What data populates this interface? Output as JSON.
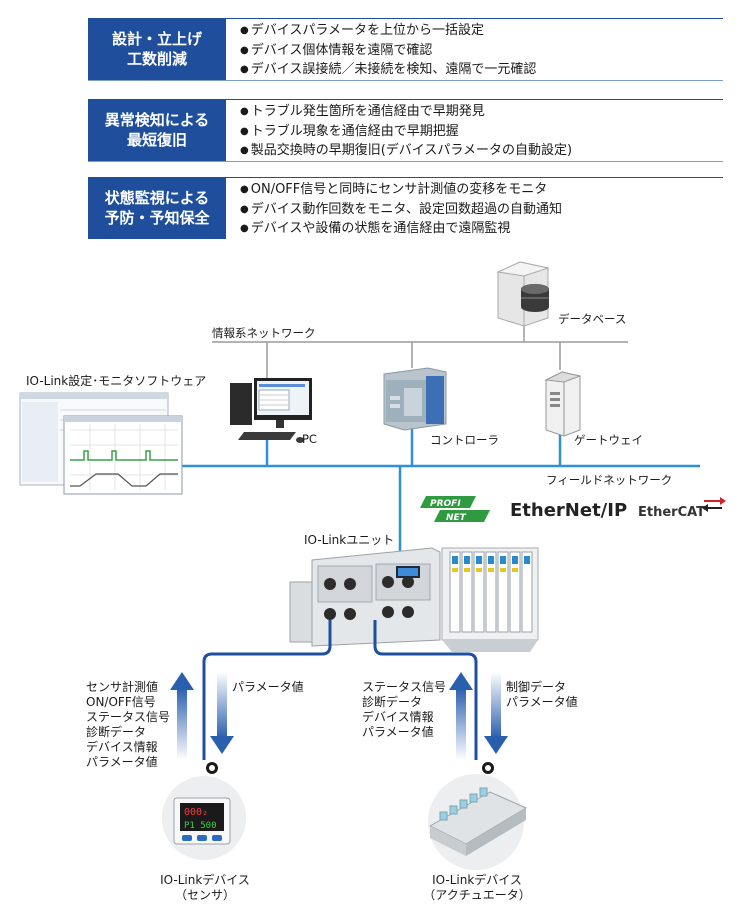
{
  "sections": [
    {
      "title_lines": [
        "設計・立上げ",
        "工数削減"
      ],
      "items": [
        "デバイスパラメータを上位から一括設定",
        "デバイス個体情報を遠隔で確認",
        "デバイス誤接続／未接続を検知、遠隔で一元確認"
      ]
    },
    {
      "title_lines": [
        "異常検知による",
        "最短復旧"
      ],
      "items": [
        "トラブル発生箇所を通信経由で早期発見",
        "トラブル現象を通信経由で早期把握",
        "製品交換時の早期復旧(デバイスパラメータの自動設定)"
      ]
    },
    {
      "title_lines": [
        "状態監視による",
        "予防・予知保全"
      ],
      "items": [
        "ON/OFF信号と同時にセンサ計測値の変移をモニタ",
        "デバイス動作回数をモニタ、設定回数超過の自動通知",
        "デバイスや設備の状態を通信経由で遠隔監視"
      ]
    }
  ],
  "diagram": {
    "database": "データベース",
    "info_network": "情報系ネットワーク",
    "software": "IO-Link設定･モニタソフトウェア",
    "pc": "PC",
    "controller": "コントローラ",
    "gateway": "ゲートウェイ",
    "field_network": "フィールドネットワーク",
    "io_link_unit": "IO-Linkユニット",
    "protocols": {
      "profinet_top": "PROFI",
      "profinet_bottom": "NET",
      "ethernetip": "EtherNet/IP",
      "ethercat": "EtherCAT"
    },
    "sensor_up": [
      "センサ計測値",
      "ON/OFF信号",
      "ステータス信号",
      "診断データ",
      "デバイス情報",
      "パラメータ値"
    ],
    "sensor_down": [
      "パラメータ値"
    ],
    "actuator_up": [
      "ステータス信号",
      "診断データ",
      "デバイス情報",
      "パラメータ値"
    ],
    "actuator_down": [
      "制御データ",
      "パラメータ値"
    ],
    "sensor_caption": [
      "IO-Linkデバイス",
      "（センサ）"
    ],
    "actuator_caption": [
      "IO-Linkデバイス",
      "（アクチュエータ）"
    ]
  },
  "colors": {
    "section_bg": "#1f4f9c",
    "network_blue": "#2f8fd8",
    "cable": "#1e4fa0",
    "profinet_green": "#2f9a3f"
  }
}
